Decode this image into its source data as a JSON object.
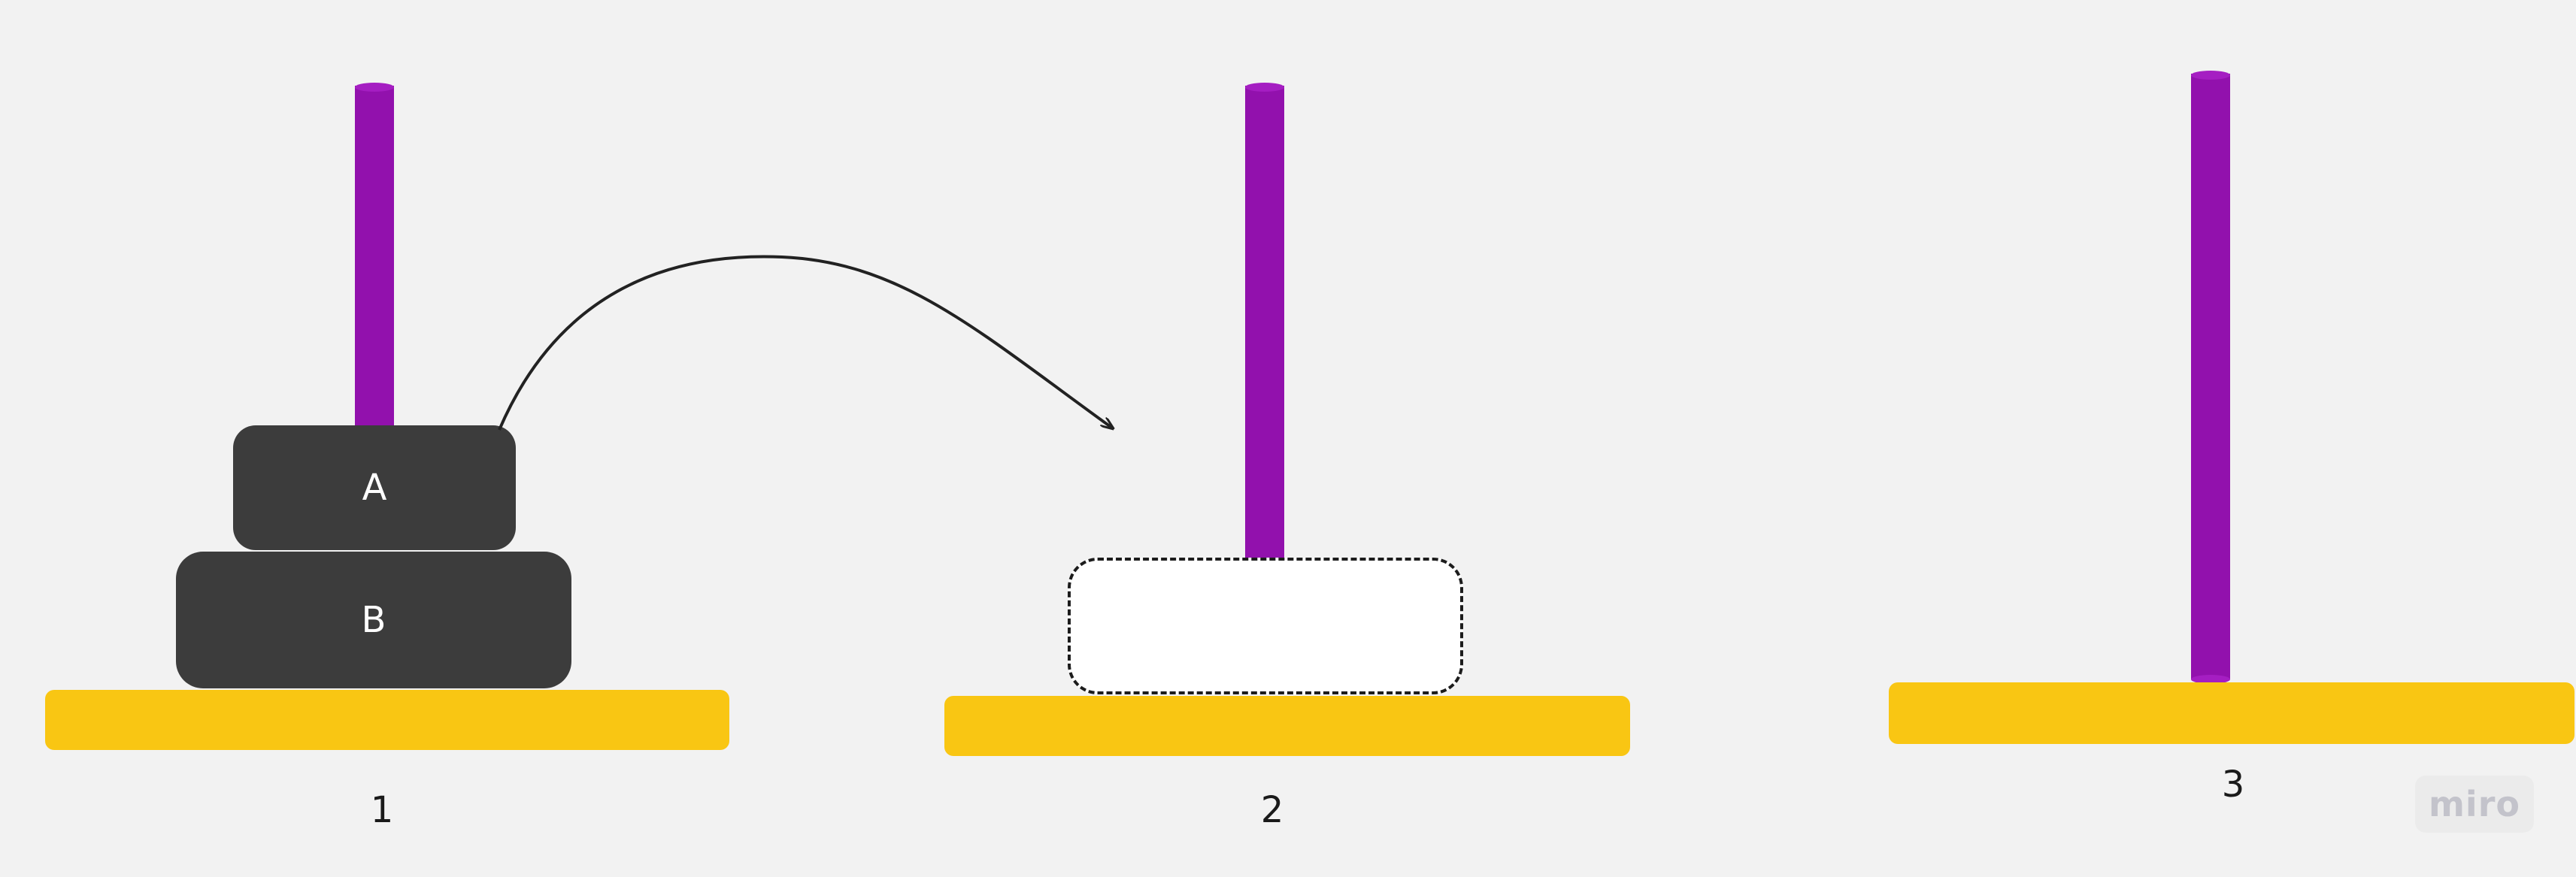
{
  "rods": [
    {
      "label": "1",
      "disks": [
        "A",
        "B"
      ]
    },
    {
      "label": "2",
      "disks": []
    },
    {
      "label": "3",
      "disks": []
    }
  ],
  "colors": {
    "background": "#f2f2f2",
    "pole": "#9211ad",
    "base": "#f9c613",
    "disk": "#3c3c3c",
    "disk_text": "#ffffff",
    "target_slot": "#ffffff",
    "arrow": "#222222"
  },
  "watermark": "miro"
}
